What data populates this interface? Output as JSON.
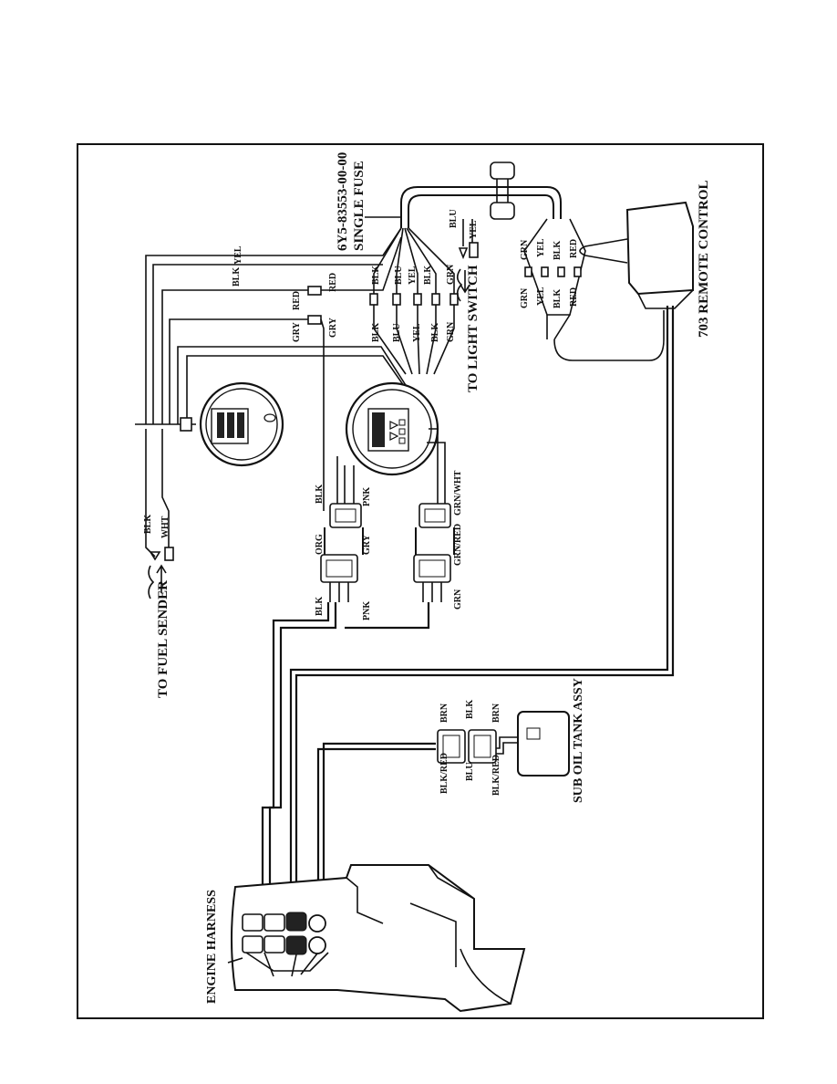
{
  "labels": {
    "part_number": "6Y5-83553-00-00",
    "single_fuse": "SINGLE FUSE",
    "remote_control": "703 REMOTE CONTROL",
    "to_light_switch": "TO LIGHT SWITCH",
    "to_fuel_sender": "TO FUEL SENDER",
    "engine_harness": "ENGINE HARNESS",
    "sub_oil_tank": "SUB OIL TANK ASSY"
  },
  "wire_colors": {
    "yel": "YEL",
    "blk": "BLK",
    "red": "RED",
    "gry": "GRY",
    "blu": "BLU",
    "grn": "GRN",
    "wht": "WHT",
    "org": "ORG",
    "pnk": "PNK",
    "brn": "BRN",
    "grn_wht": "GRN/WHT",
    "grn_red": "GRN/RED",
    "blk_red": "BLK/RED"
  },
  "icons": [
    "fuse-holder-icon",
    "fuel-gauge-icon",
    "tachometer-icon",
    "outboard-engine-icon",
    "remote-control-icon",
    "oil-tank-icon"
  ]
}
